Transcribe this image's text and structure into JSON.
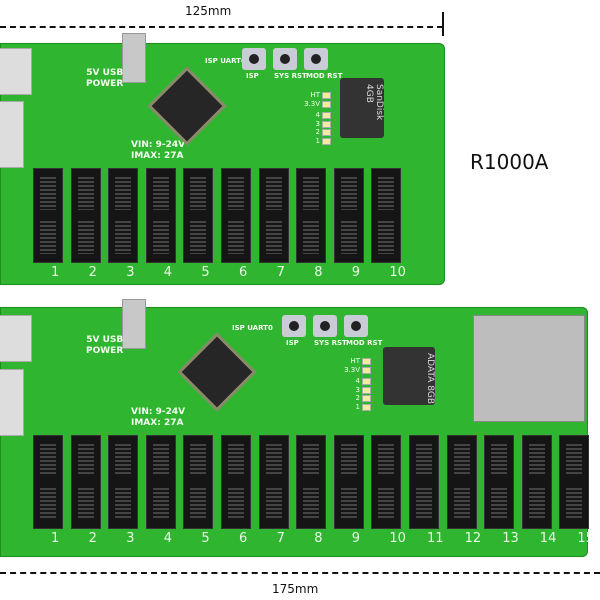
{
  "dimensions": {
    "top": "125mm",
    "bottom": "175mm"
  },
  "model_label": "R1000A",
  "board_top": {
    "usb_label": "5V USB\nPOWER",
    "power_label": "VIN: 9-24V\nIMAX: 27A",
    "buttons": [
      "ISP",
      "SYS RST",
      "MOD RST"
    ],
    "header_label": "ISP UART0",
    "leds": [
      "HT",
      "3.3V",
      "4",
      "3",
      "2",
      "1"
    ],
    "sd_card": "SanDisk 4GB",
    "slot_numbers": [
      "1",
      "2",
      "3",
      "4",
      "5",
      "6",
      "7",
      "8",
      "9",
      "10"
    ]
  },
  "board_bottom": {
    "usb_label": "5V USB\nPOWER",
    "power_label": "VIN: 9-24V\nIMAX: 27A",
    "buttons": [
      "ISP",
      "SYS RST",
      "MOD RST"
    ],
    "header_label": "ISP UART0",
    "leds": [
      "HT",
      "3.3V",
      "4",
      "3",
      "2",
      "1"
    ],
    "sd_card": "ADATA 8GB",
    "slot_numbers": [
      "1",
      "2",
      "3",
      "4",
      "5",
      "6",
      "7",
      "8",
      "9",
      "10",
      "11",
      "12",
      "13",
      "14",
      "15"
    ]
  }
}
